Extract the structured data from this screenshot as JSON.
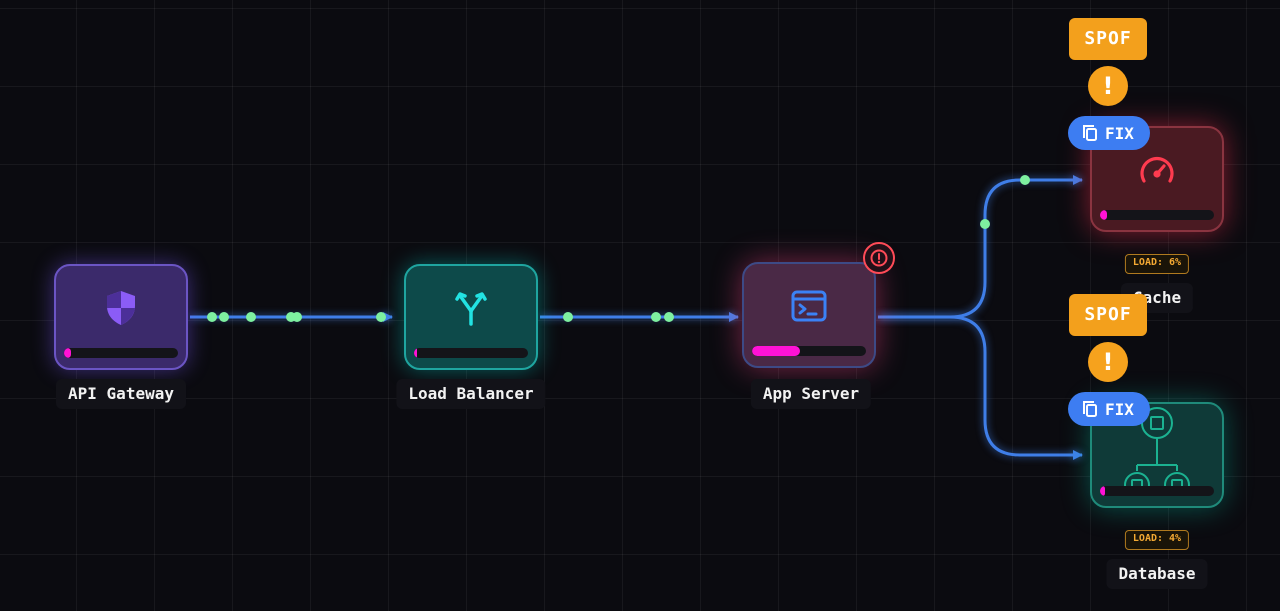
{
  "nodes": {
    "gateway": {
      "label": "API Gateway",
      "icon": "shield-icon",
      "load": 0.06
    },
    "lb": {
      "label": "Load Balancer",
      "icon": "split-arrows-icon",
      "load": 0.03
    },
    "app": {
      "label": "App Server",
      "icon": "terminal-icon",
      "load": 0.42,
      "status": "error"
    },
    "cache": {
      "label": "Cache",
      "icon": "speedometer-icon",
      "load": 0.06,
      "load_text": "LOAD: 6%",
      "badge": "SPOF",
      "fix_label": "FIX"
    },
    "db": {
      "label": "Database",
      "icon": "database-cluster-icon",
      "load": 0.04,
      "load_text": "LOAD: 4%",
      "badge": "SPOF",
      "fix_label": "FIX"
    }
  },
  "colors": {
    "wire": "#3f7ee8",
    "packet": "#7ef0a0",
    "load_fill": "#ff12d6",
    "spof": "#f3a01c",
    "fix": "#3d7df2",
    "error": "#ff4b57"
  }
}
